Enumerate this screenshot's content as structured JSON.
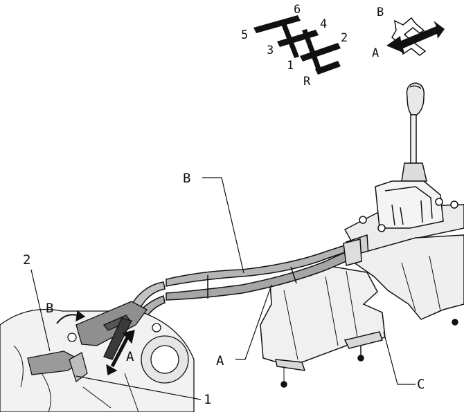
{
  "gear_pattern": {
    "gears": [
      "6",
      "5",
      "4",
      "3",
      "2",
      "1",
      "R"
    ]
  },
  "direction_indicator": {
    "labels": [
      "B",
      "A"
    ]
  },
  "callouts": {
    "cable_b": "B",
    "cable_a": "A",
    "bracket_c": "C",
    "lever_2": "2",
    "lever_1": "1",
    "motion_b": "B",
    "motion_a": "A"
  },
  "colors": {
    "ink": "#111111",
    "shade": "#9a9a9a",
    "light_shade": "#cfcfcf",
    "background": "#ffffff"
  }
}
